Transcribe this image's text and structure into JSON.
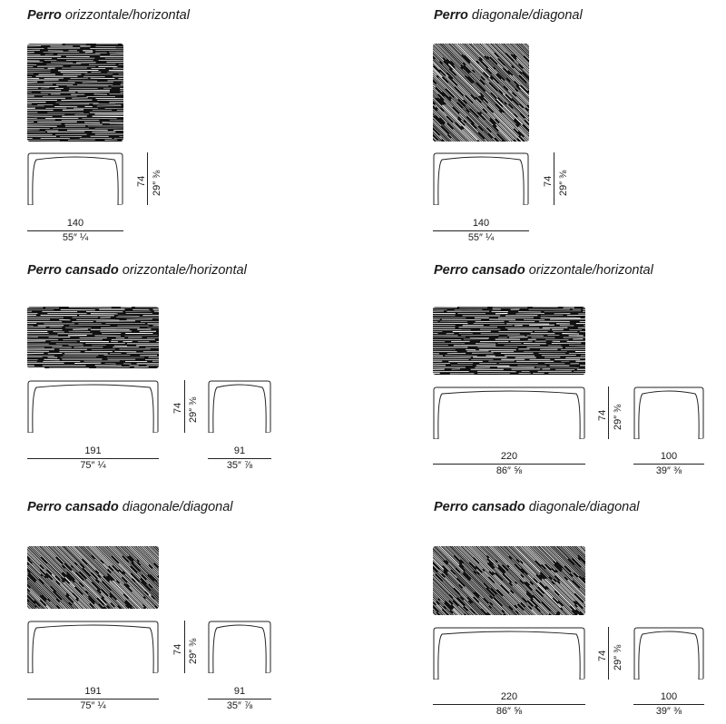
{
  "panels": [
    {
      "title_bold": "Perro",
      "title_rest": " orizzontale/horizontal",
      "pattern": "horizontal",
      "length_cm": "140",
      "length_in": "55″ ¼",
      "height_cm": "74",
      "height_in": "29″ ⅜"
    },
    {
      "title_bold": "Perro",
      "title_rest": " diagonale/diagonal",
      "pattern": "diagonal",
      "length_cm": "140",
      "length_in": "55″ ¼",
      "height_cm": "74",
      "height_in": "29″ ⅜"
    },
    {
      "title_bold": "Perro cansado",
      "title_rest": " orizzontale/horizontal",
      "pattern": "horizontal",
      "length_cm": "191",
      "length_in": "75″ ¼",
      "height_cm": "74",
      "height_in": "29″ ⅜",
      "width_cm": "91",
      "width_in": "35″ ⅞"
    },
    {
      "title_bold": "Perro cansado",
      "title_rest": " orizzontale/horizontal",
      "pattern": "horizontal",
      "length_cm": "220",
      "length_in": "86″ ⅝",
      "height_cm": "74",
      "height_in": "29″ ⅜",
      "width_cm": "100",
      "width_in": "39″ ⅜"
    },
    {
      "title_bold": "Perro cansado",
      "title_rest": " diagonale/diagonal",
      "pattern": "diagonal",
      "length_cm": "191",
      "length_in": "75″ ¼",
      "height_cm": "74",
      "height_in": "29″ ⅜",
      "width_cm": "91",
      "width_in": "35″ ⅞"
    },
    {
      "title_bold": "Perro cansado",
      "title_rest": " diagonale/diagonal",
      "pattern": "diagonal",
      "length_cm": "220",
      "length_in": "86″ ⅝",
      "height_cm": "74",
      "height_in": "29″ ⅜",
      "width_cm": "100",
      "width_in": "39″ ⅜"
    }
  ]
}
